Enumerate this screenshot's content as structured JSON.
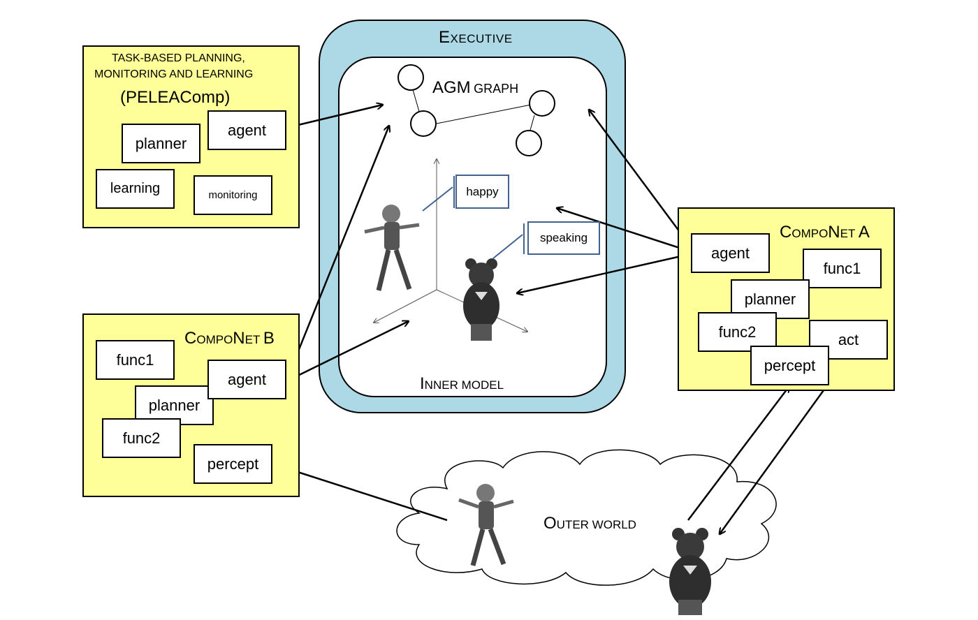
{
  "peleacomp": {
    "title_line1": "TASK-BASED PLANNING,",
    "title_line2": "MONITORING AND LEARNING",
    "title_line3": "(PELEAComp)",
    "boxes": {
      "agent": "agent",
      "planner": "planner",
      "learning": "learning",
      "monitoring": "monitoring"
    }
  },
  "executive": {
    "title_first": "E",
    "title_rest": "XECUTIVE",
    "graph_title_main": "AGM",
    "graph_title_sc": "GRAPH",
    "inner_first": "I",
    "inner_rest": "NNER MODEL",
    "tags": {
      "happy": "happy",
      "speaking": "speaking"
    }
  },
  "componet_a": {
    "title_c": "C",
    "title_ompo": "OMPO",
    "title_n": "N",
    "title_et": "ET",
    "title_letter": "A",
    "boxes": {
      "agent": "agent",
      "func1": "func1",
      "planner": "planner",
      "func2": "func2",
      "act": "act",
      "percept": "percept"
    }
  },
  "componet_b": {
    "title_c": "C",
    "title_ompo": "OMPO",
    "title_n": "N",
    "title_et": "ET",
    "title_letter": "B",
    "boxes": {
      "func1": "func1",
      "agent": "agent",
      "planner": "planner",
      "func2": "func2",
      "percept": "percept"
    }
  },
  "outer_world": {
    "first": "O",
    "rest": "UTER WORLD"
  },
  "icons": {
    "child": "child-figure",
    "bear": "bear-robot"
  },
  "colors": {
    "panel": "#ffff99",
    "executive": "#add8e6",
    "tag_border": "#41628f"
  }
}
